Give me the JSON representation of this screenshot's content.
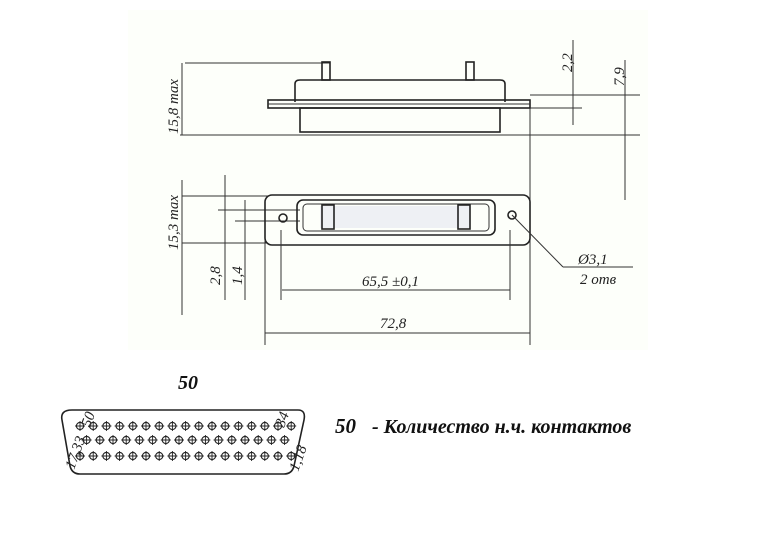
{
  "drawing": {
    "side_view": {
      "height_label": "15,8 max",
      "dim_top": "2,2",
      "dim_right": "7,9"
    },
    "front_view": {
      "height_label": "15,3 max",
      "dim_a": "2,8",
      "dim_b": "1,4",
      "hole_pitch": "65,5 ±0,1",
      "overall_width": "72,8",
      "hole_diameter": "Ø3,1",
      "hole_count": "2 отв"
    }
  },
  "pinout": {
    "title": "50",
    "labels": {
      "top_left": "50",
      "top_right": "34",
      "mid_left": "17,33",
      "bottom_right": "1,18"
    },
    "rows": [
      17,
      16,
      17
    ]
  },
  "caption": {
    "number": "50",
    "text": "- Количество н.ч. контактов"
  }
}
